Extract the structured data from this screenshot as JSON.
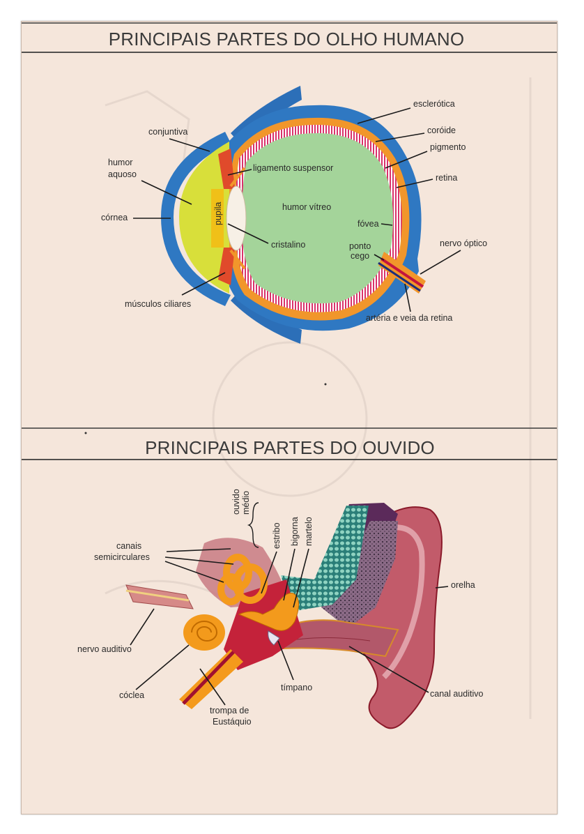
{
  "eye": {
    "title": "PRINCIPAIS PARTES DO OLHO HUMANO",
    "labels": {
      "esclerotica": "esclerótica",
      "coroide": "coróide",
      "pigmento": "pigmento",
      "conjuntiva": "conjuntiva",
      "humor_aquoso_1": "humor",
      "humor_aquoso_2": "aquoso",
      "ligamento": "ligamento suspensor",
      "retina": "retina",
      "humor_vitreo": "humor vítreo",
      "cornea": "córnea",
      "pupila": "pupila",
      "fovea": "fóvea",
      "cristalino": "cristalino",
      "ponto_cego_1": "ponto",
      "ponto_cego_2": "cego",
      "nervo_optico": "nervo óptico",
      "musculos": "músculos ciliares",
      "arteria": "artéria e veia da retina"
    }
  },
  "ear": {
    "title": "PRINCIPAIS PARTES DO OUVIDO",
    "labels": {
      "ouvido_medio_1": "ouvido",
      "ouvido_medio_2": "médio",
      "estribo": "estribo",
      "bigorna": "bigorna",
      "martelo": "martelo",
      "canais_1": "canais",
      "canais_2": "semicirculares",
      "orelha": "orelha",
      "nervo_auditivo": "nervo auditivo",
      "timpano": "tímpano",
      "canal_auditivo": "canal auditivo",
      "coclea": "cóclea",
      "trompa_1": "trompa de",
      "trompa_2": "Eustáquio"
    }
  }
}
